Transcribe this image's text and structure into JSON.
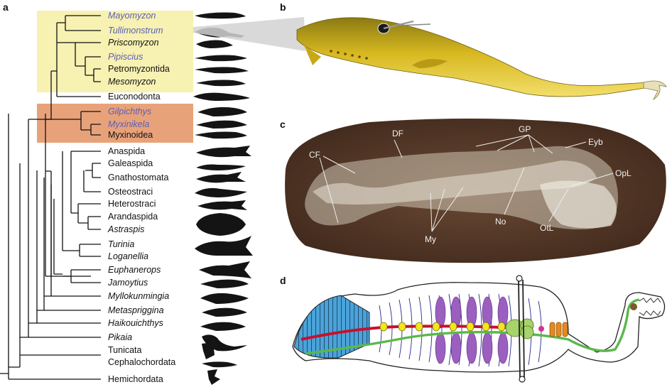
{
  "panels": {
    "a": "a",
    "b": "b",
    "c": "c",
    "d": "d"
  },
  "taxa": [
    {
      "name": "Mayomyzon",
      "italic": true,
      "highlight": true
    },
    {
      "name": "Tullimonstrum",
      "italic": true,
      "highlight": true
    },
    {
      "name": "Priscomyzon",
      "italic": true,
      "highlight": false
    },
    {
      "name": "Pipiscius",
      "italic": true,
      "highlight": true
    },
    {
      "name": "Petromyzontida",
      "italic": false,
      "highlight": false
    },
    {
      "name": "Mesomyzon",
      "italic": true,
      "highlight": false
    },
    {
      "name": "Euconodonta",
      "italic": false,
      "highlight": false
    },
    {
      "name": "Gilpichthys",
      "italic": true,
      "highlight": true
    },
    {
      "name": "Myxinikela",
      "italic": true,
      "highlight": true
    },
    {
      "name": "Myxinoidea",
      "italic": false,
      "highlight": false
    },
    {
      "name": "Anaspida",
      "italic": false,
      "highlight": false
    },
    {
      "name": "Galeaspida",
      "italic": false,
      "highlight": false
    },
    {
      "name": "Gnathostomata",
      "italic": false,
      "highlight": false
    },
    {
      "name": "Osteostraci",
      "italic": false,
      "highlight": false
    },
    {
      "name": "Heterostraci",
      "italic": false,
      "highlight": false
    },
    {
      "name": "Arandaspida",
      "italic": false,
      "highlight": false
    },
    {
      "name": "Astraspis",
      "italic": true,
      "highlight": false
    },
    {
      "name": "Turinia",
      "italic": true,
      "highlight": false
    },
    {
      "name": "Loganellia",
      "italic": true,
      "highlight": false
    },
    {
      "name": "Euphanerops",
      "italic": true,
      "highlight": false
    },
    {
      "name": "Jamoytius",
      "italic": true,
      "highlight": false
    },
    {
      "name": "Myllokunmingia",
      "italic": true,
      "highlight": false
    },
    {
      "name": "Metaspriggina",
      "italic": true,
      "highlight": false
    },
    {
      "name": "Haikouichthys",
      "italic": true,
      "highlight": false
    },
    {
      "name": "Pikaia",
      "italic": true,
      "highlight": false
    },
    {
      "name": "Tunicata",
      "italic": false,
      "highlight": false
    },
    {
      "name": "Cephalochordata",
      "italic": false,
      "highlight": false
    },
    {
      "name": "Hemichordata",
      "italic": false,
      "highlight": false
    }
  ],
  "fossil_labels": {
    "df": "DF",
    "gp": "GP",
    "cf": "CF",
    "eyb": "Eyb",
    "opl": "OpL",
    "no": "No",
    "my": "My",
    "otl": "OtL"
  },
  "colors": {
    "lamprey_box": "#f7f1b2",
    "hagfish_box": "#e8a27a",
    "highlight_text": "#5a5fb5",
    "tully_body": "#d4b21c",
    "diagram_blue": "#4aa3d9",
    "diagram_red": "#c8102e",
    "diagram_green": "#5bb84a",
    "diagram_purple": "#9b5fc0",
    "diagram_yellow": "#f2e61d",
    "diagram_orange": "#e38a1f"
  }
}
